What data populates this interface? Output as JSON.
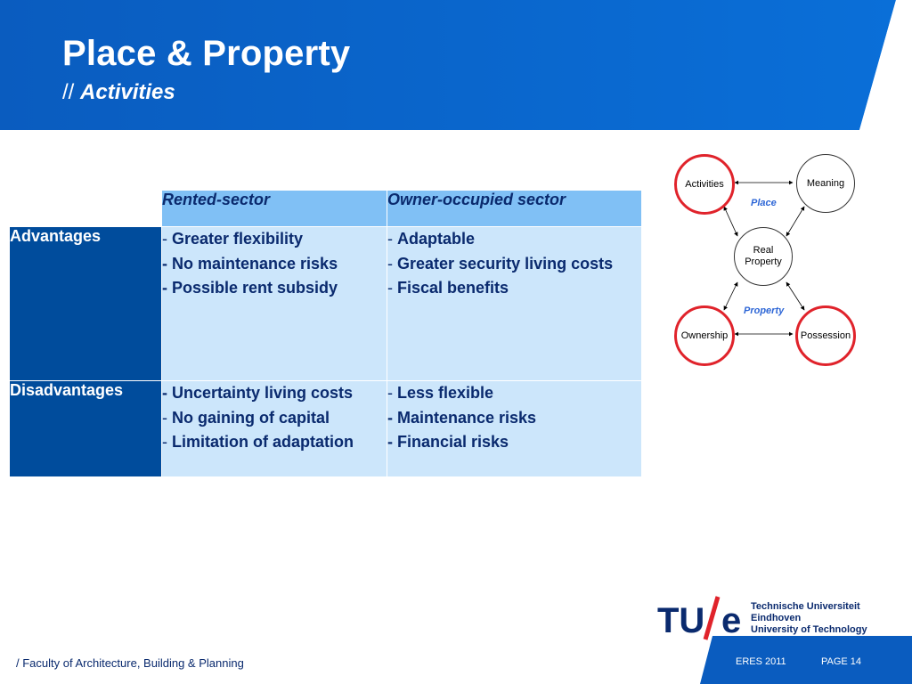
{
  "header": {
    "title": "Place & Property",
    "subtitle_prefix": "//",
    "subtitle": "Activities",
    "color": "#0064c8"
  },
  "table": {
    "columns": [
      "Rented-sector",
      "Owner-occupied sector"
    ],
    "rows": [
      {
        "label": "Advantages",
        "rented": [
          {
            "dash": "- ",
            "text": "Greater flexibility"
          },
          {
            "dash": "- ",
            "text": "No maintenance risks"
          },
          {
            "dash": "- ",
            "text": "Possible rent subsidy"
          }
        ],
        "owner": [
          {
            "dash": "- ",
            "text": "Adaptable"
          },
          {
            "dash": "- ",
            "text": "Greater security living costs"
          },
          {
            "dash": "- ",
            "text": "Fiscal benefits"
          }
        ]
      },
      {
        "label": "Disadvantages",
        "rented": [
          {
            "dash": "- ",
            "text": "Uncertainty living costs"
          },
          {
            "dash": "- ",
            "text": "No gaining of capital"
          },
          {
            "dash": "- ",
            "text": "Limitation of adaptation"
          }
        ],
        "owner": [
          {
            "dash": "- ",
            "text": "Less flexible"
          },
          {
            "dash": "- ",
            "text": "Maintenance risks"
          },
          {
            "dash": "- ",
            "text": "Financial risks"
          }
        ]
      }
    ]
  },
  "diagram": {
    "nodes": {
      "activities": "Activities",
      "meaning": "Meaning",
      "real_property_1": "Real",
      "real_property_2": "Property",
      "ownership": "Ownership",
      "possession": "Possession"
    },
    "labels": {
      "place": "Place",
      "property": "Property"
    },
    "highlight_color": "#e0232b",
    "label_color": "#2d66d6"
  },
  "logo": {
    "line1": "Technische Universiteit",
    "line2": "Eindhoven",
    "line3": "University of Technology",
    "mark_left": "TU",
    "mark_right": "e",
    "mark_color": "#0a2a6e",
    "slash_color": "#e0232b"
  },
  "footer": {
    "faculty": "/ Faculty of Architecture, Building & Planning",
    "event": "ERES 2011",
    "page": "PAGE 14"
  }
}
